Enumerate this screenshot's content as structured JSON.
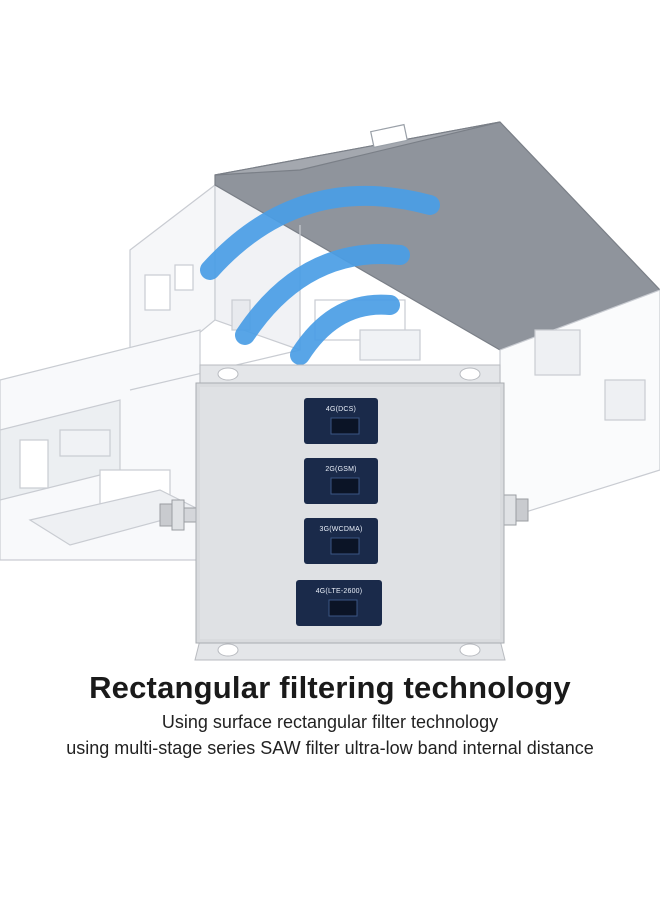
{
  "product": {
    "band_screens": [
      "4G(DCS)",
      "2G(GSM)",
      "3G(WCDMA)",
      "4G(LTE-2600)"
    ]
  },
  "text": {
    "headline": "Rectangular filtering technology",
    "line1": "Using surface rectangular filter technology",
    "line2": "using multi-stage series SAW filter ultra-low band internal distance"
  },
  "colors": {
    "signal": "#4a9ee6",
    "device_body": "#d9dbde",
    "screen": "#1a2a4a",
    "house_line": "#c9ccd2"
  },
  "icons": [
    "wifi-signal-icon",
    "antenna-connector-icon"
  ]
}
